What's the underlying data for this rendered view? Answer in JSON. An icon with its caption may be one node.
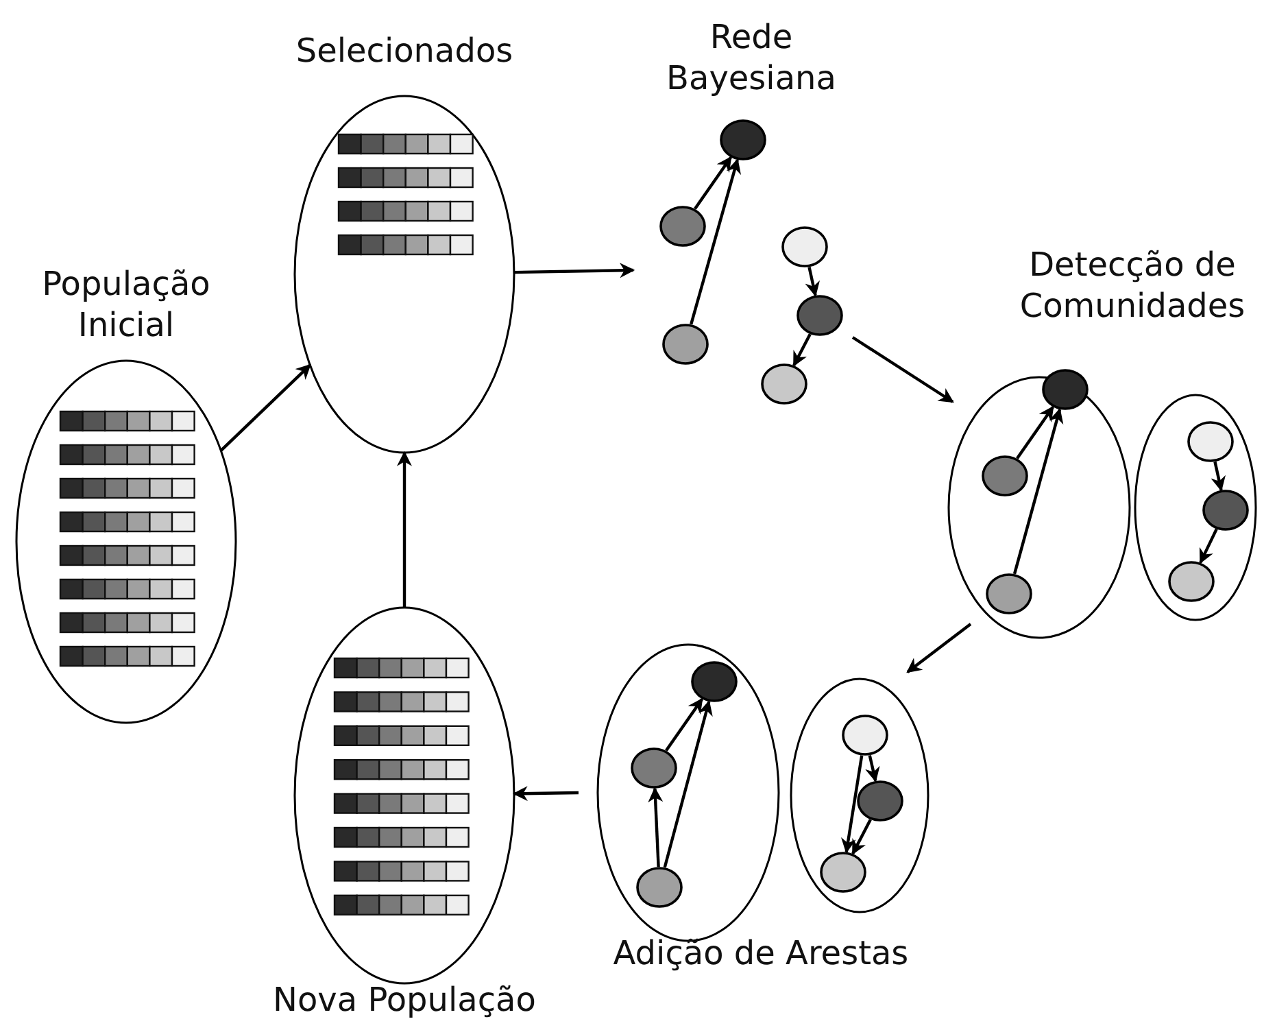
{
  "diagram": {
    "nodes": [
      {
        "text": [
          "População Inicial"
        ]
      },
      {
        "text": [
          "Selecionados"
        ]
      },
      {
        "text": [
          "Rede Bayesiana"
        ]
      },
      {
        "text": [],
        "shape": "circle",
        "in": 2
      },
      {
        "text": [],
        "shape": "circle",
        "in": 2
      },
      {
        "text": [],
        "shape": "circle",
        "in": 2
      },
      {
        "text": [],
        "shape": "circle",
        "in": 2
      },
      {
        "text": [],
        "shape": "circle",
        "in": 2
      },
      {
        "text": [],
        "shape": "circle",
        "in": 2
      },
      {
        "text": [
          "Detecção de Comunidades"
        ]
      },
      {
        "text": [],
        "shape": "ellipse",
        "in": 9
      },
      {
        "text": [],
        "shape": "circle",
        "in": 10
      },
      {
        "text": [],
        "shape": "circle",
        "in": 10
      },
      {
        "text": [],
        "shape": "circle",
        "in": 10
      },
      {
        "text": [],
        "shape": "ellipse",
        "in": 9
      },
      {
        "text": [],
        "shape": "circle",
        "in": 14
      },
      {
        "text": [],
        "shape": "circle",
        "in": 14
      },
      {
        "text": [],
        "shape": "circle",
        "in": 14
      },
      {
        "text": [
          "Adição de Arestas"
        ]
      },
      {
        "text": [],
        "shape": "ellipse",
        "in": 18
      },
      {
        "text": [],
        "shape": "circle",
        "in": 19
      },
      {
        "text": [],
        "shape": "circle",
        "in": 19
      },
      {
        "text": [],
        "shape": "circle",
        "in": 19
      },
      {
        "text": [],
        "shape": "ellipse",
        "in": 18
      },
      {
        "text": [],
        "shape": "circle",
        "in": 23
      },
      {
        "text": [],
        "shape": "circle",
        "in": 23
      },
      {
        "text": [],
        "shape": "circle",
        "in": 23
      },
      {
        "text": [
          "Nova População"
        ]
      }
    ],
    "edges": [
      {
        "from": 0,
        "to": 1,
        "arrow": "to"
      },
      {
        "from": 27,
        "to": 1,
        "arrow": "to"
      },
      {
        "from": 1,
        "to": 2,
        "arrow": "to"
      },
      {
        "from": 4,
        "to": 3,
        "arrow": "to"
      },
      {
        "from": 5,
        "to": 3,
        "arrow": "to"
      },
      {
        "from": 6,
        "to": 7,
        "arrow": "to"
      },
      {
        "from": 7,
        "to": 8,
        "arrow": "to"
      },
      {
        "from": 2,
        "to": 9,
        "arrow": "to"
      },
      {
        "from": 12,
        "to": 11,
        "arrow": "to"
      },
      {
        "from": 13,
        "to": 11,
        "arrow": "to"
      },
      {
        "from": 15,
        "to": 16,
        "arrow": "to"
      },
      {
        "from": 16,
        "to": 17,
        "arrow": "to"
      },
      {
        "from": 9,
        "to": 18,
        "arrow": "to"
      },
      {
        "from": 21,
        "to": 20,
        "arrow": "to"
      },
      {
        "from": 22,
        "to": 20,
        "arrow": "to"
      },
      {
        "from": 22,
        "to": 21,
        "arrow": "to"
      },
      {
        "from": 24,
        "to": 25,
        "arrow": "to"
      },
      {
        "from": 25,
        "to": 26,
        "arrow": "to"
      },
      {
        "from": 24,
        "to": 26,
        "arrow": "to"
      },
      {
        "from": 18,
        "to": 27,
        "arrow": "to"
      }
    ]
  }
}
